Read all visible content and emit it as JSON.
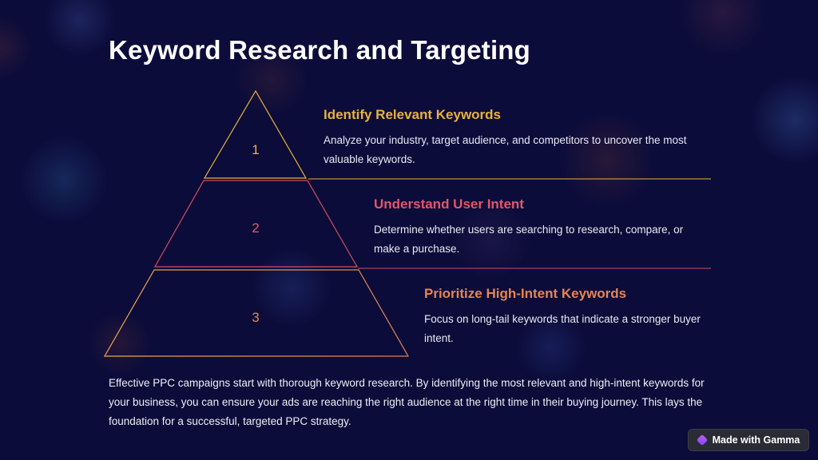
{
  "title": "Keyword Research and Targeting",
  "steps": [
    {
      "number": "1",
      "title": "Identify Relevant Keywords",
      "description": "Analyze your industry, target audience, and competitors to uncover the most valuable keywords.",
      "color": "#e8b23a"
    },
    {
      "number": "2",
      "title": "Understand User Intent",
      "description": "Determine whether users are searching to research, compare, or make a purchase.",
      "color": "#e2566a"
    },
    {
      "number": "3",
      "title": "Prioritize High-Intent Keywords",
      "description": "Focus on long-tail keywords that indicate a stronger buyer intent.",
      "color": "#e8844e"
    }
  ],
  "summary": "Effective PPC campaigns start with thorough keyword research. By identifying the most relevant and high-intent keywords for your business, you can ensure your ads are reaching the right audience at the right time in their buying journey. This lays the foundation for a successful, targeted PPC strategy.",
  "badge": {
    "label": "Made with Gamma",
    "icon": "gamma-logo-icon"
  }
}
